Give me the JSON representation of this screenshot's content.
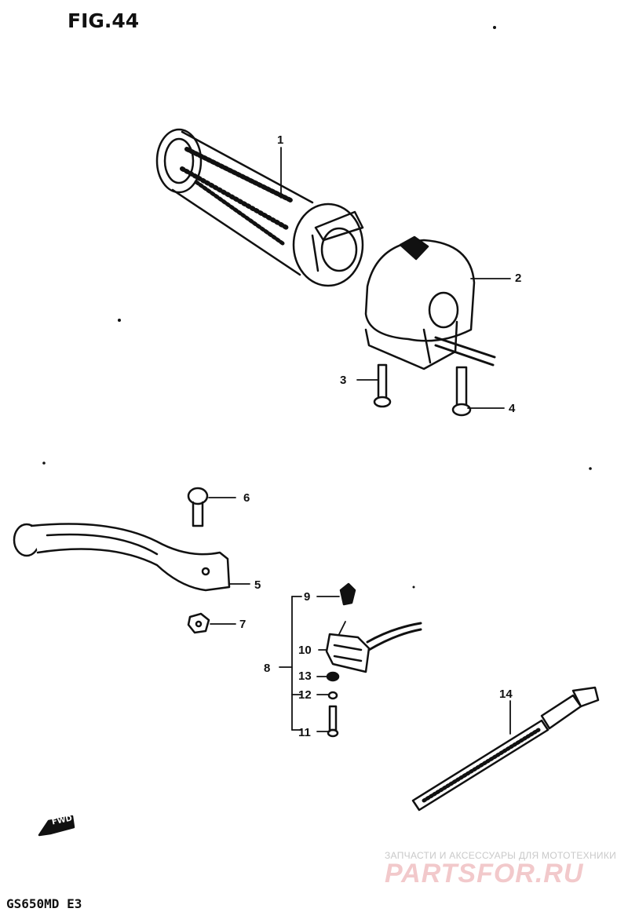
{
  "figure": {
    "title": "FIG.44",
    "model": "GS650MD  E3",
    "fwd_label": "FWD"
  },
  "callouts": {
    "c1": "1",
    "c2": "2",
    "c3": "3",
    "c4": "4",
    "c5": "5",
    "c6": "6",
    "c7": "7",
    "c8": "8",
    "c9": "9",
    "c10": "10",
    "c11": "11",
    "c12": "12",
    "c13": "13",
    "c14": "14"
  },
  "watermark": {
    "tagline": "ЗАПЧАСТИ И АКСЕССУАРЫ ДЛЯ МОТОТЕХНИКИ",
    "logo": "PARTSFOR.RU"
  },
  "colors": {
    "ink": "#111111",
    "watermark_red": "#f2c9cb",
    "watermark_gray": "#c9c9c9"
  }
}
